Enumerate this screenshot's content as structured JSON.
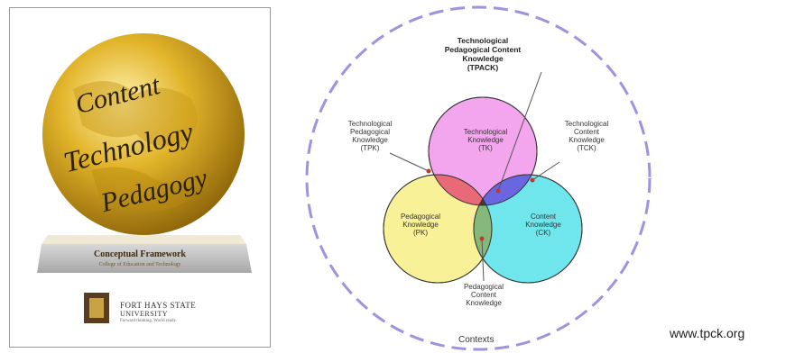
{
  "cover": {
    "globe_words": [
      "Content",
      "Technology",
      "Pedagogy"
    ],
    "title": "Conceptual Framework",
    "subtitle": "College of Education and Technology",
    "university": "FORT HAYS STATE",
    "university_line2": "UNIVERSITY",
    "tagline": "Forward thinking. World ready.",
    "colors": {
      "globe": "#d9a81e",
      "border": "#9a9a9a"
    }
  },
  "diagram": {
    "tpack": [
      "Technological",
      "Pedagogical Content",
      "Knowledge",
      "(TPACK)"
    ],
    "tpk": [
      "Technological",
      "Pedagogical",
      "Knowledge",
      "(TPK)"
    ],
    "tck": [
      "Technological",
      "Content",
      "Knowledge",
      "(TCK)"
    ],
    "tk": [
      "Technological",
      "Knowledge",
      "(TK)"
    ],
    "pk": [
      "Pedagogical",
      "Knowledge",
      "(PK)"
    ],
    "ck": [
      "Content",
      "Knowledge",
      "(CK)"
    ],
    "pck": [
      "Pedagogical",
      "Content",
      "Knowledge"
    ],
    "contexts": "Contexts",
    "colors": {
      "tk": "#f3a6ee",
      "pk": "#f7f08c",
      "ck": "#5fe3ea",
      "tpk": "#e86a78",
      "tck": "#6a66e0",
      "pck": "#86b87a",
      "tpack": "#3b3b2e",
      "dashes": "#9c94e0"
    }
  },
  "website": "www.tpck.org"
}
